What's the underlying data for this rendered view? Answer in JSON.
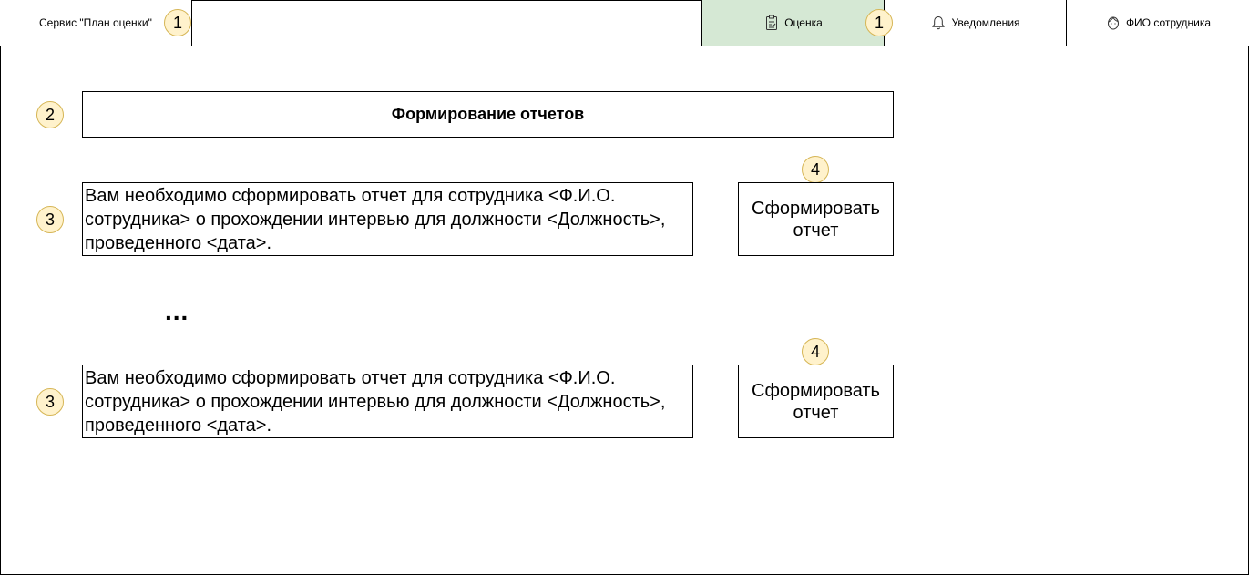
{
  "header": {
    "service_title": "Сервис \"План оценки\"",
    "tabs": [
      {
        "label": "Оценка",
        "icon": "clipboard-check-icon",
        "active": true
      },
      {
        "label": "Уведомления",
        "icon": "bell-icon",
        "active": false
      },
      {
        "label": "ФИО сотрудника",
        "icon": "user-face-icon",
        "active": false
      }
    ]
  },
  "main": {
    "title": "Формирование отчетов",
    "items": [
      {
        "message": "Вам необходимо сформировать отчет для сотрудника <Ф.И.О. сотрудника> о прохождении интервью для должности <Должность>, проведенного <дата>.",
        "button_label": "Сформировать отчет"
      },
      {
        "message": "Вам необходимо сформировать отчет для сотрудника <Ф.И.О. сотрудника> о прохождении интервью для должности <Должность>, проведенного <дата>.",
        "button_label": "Сформировать отчет"
      }
    ],
    "ellipsis": "..."
  },
  "annotations": {
    "header_marker": "1",
    "title_marker": "2",
    "message_marker": "3",
    "button_marker": "4"
  },
  "colors": {
    "active_tab_bg": "#d5e8d4",
    "badge_bg": "#fff2cc",
    "badge_border": "#d6b656"
  }
}
